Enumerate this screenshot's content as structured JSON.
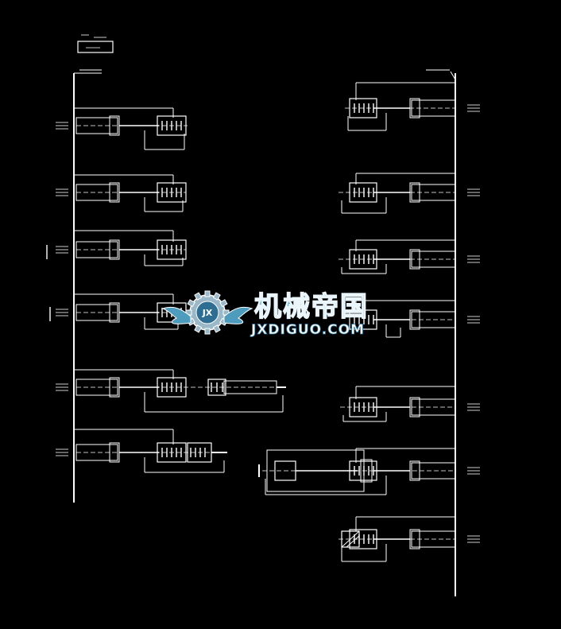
{
  "watermark": {
    "title_cn": "机械帝国",
    "title_en": "JXDIGUO.COM",
    "emblem_text": "JX"
  },
  "colors": {
    "background": "#000000",
    "line": "#ffffff",
    "watermark_blue": "#5aa8c8"
  }
}
